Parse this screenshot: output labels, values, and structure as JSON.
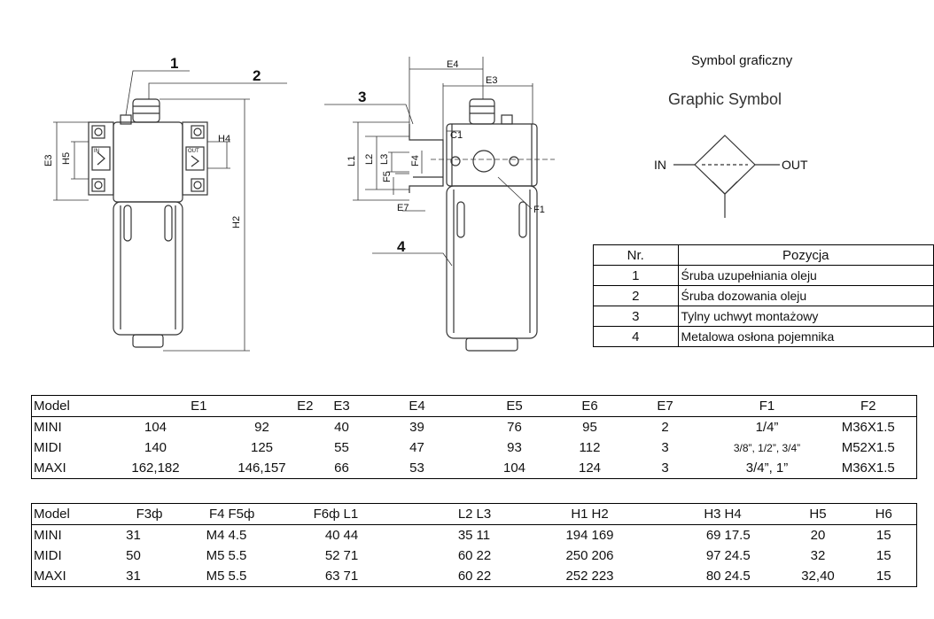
{
  "drawing": {
    "callouts": [
      "1",
      "2",
      "3",
      "4"
    ],
    "left_dims": [
      "E3",
      "H5",
      "H4",
      "H2"
    ],
    "right_dims": [
      "E4",
      "E3",
      "C1",
      "L1",
      "L2",
      "L3",
      "F4",
      "F5",
      "E7",
      "F1"
    ],
    "ports": [
      "IN",
      "OUT"
    ]
  },
  "symbol": {
    "title_pl": "Symbol graficzny",
    "title_en": "Graphic Symbol",
    "in_label": "IN",
    "out_label": "OUT"
  },
  "positions": {
    "header": {
      "nr": "Nr.",
      "label": "Pozycja"
    },
    "rows": [
      {
        "nr": "1",
        "label": "Śruba uzupełniania oleju"
      },
      {
        "nr": "2",
        "label": "Śruba dozowania oleju"
      },
      {
        "nr": "3",
        "label": "Tylny uchwyt montażowy"
      },
      {
        "nr": "4",
        "label": "Metalowa osłona pojemnika"
      }
    ]
  },
  "table1": {
    "headers": [
      "Model",
      "E1",
      "E2",
      "E3",
      "E4",
      "E5",
      "E6",
      "E7",
      "F1",
      "F2"
    ],
    "rows": [
      [
        "MINI",
        "104",
        "92",
        "40",
        "39",
        "76",
        "95",
        "2",
        "1/4”",
        "M36X1.5"
      ],
      [
        "MIDI",
        "140",
        "125",
        "55",
        "47",
        "93",
        "112",
        "3",
        "3/8”, 1/2”, 3/4”",
        "M52X1.5"
      ],
      [
        "MAXI",
        "162,182",
        "146,157",
        "66",
        "53",
        "104",
        "124",
        "3",
        "3/4”, 1”",
        "M36X1.5"
      ]
    ]
  },
  "table2": {
    "headers": [
      "Model",
      "F3ф",
      "F4",
      "F5ф",
      "F6ф",
      "L1",
      "L2",
      "L3",
      "H1",
      "H2",
      "H3",
      "H4",
      "H5",
      "H6"
    ],
    "rows": [
      [
        "MINI",
        "31",
        "M4",
        "4.5",
        "40",
        "44",
        "35",
        "11",
        "194",
        "169",
        "69",
        "17.5",
        "20",
        "15"
      ],
      [
        "MIDI",
        "50",
        "M5",
        "5.5",
        "52",
        "71",
        "60",
        "22",
        "250",
        "206",
        "97",
        "24.5",
        "32",
        "15"
      ],
      [
        "MAXI",
        "31",
        "M5",
        "5.5",
        "63",
        "71",
        "60",
        "22",
        "252",
        "223",
        "80",
        "24.5",
        "32,40",
        "15"
      ]
    ]
  }
}
